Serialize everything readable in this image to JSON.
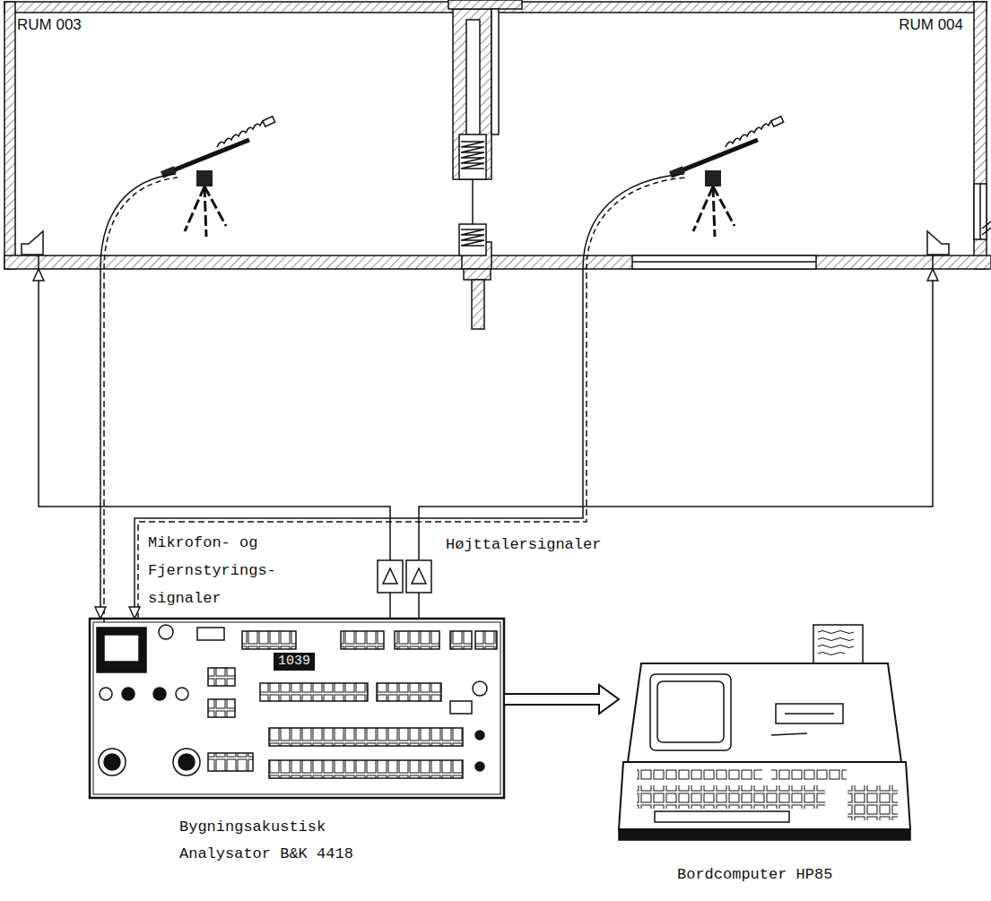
{
  "diagram": {
    "nodes": [
      {
        "text": [
          "RUM 003"
        ]
      },
      {
        "text": [
          "RUM 004"
        ]
      },
      {
        "text": [
          "1039",
          "Bygningsakustisk Analysator B&K 4418"
        ]
      },
      {
        "text": [
          "Bordcomputer HP85"
        ]
      }
    ],
    "edges": [
      {
        "from": 0,
        "to": 2,
        "arrow": "to"
      },
      {
        "from": 2,
        "to": 0,
        "arrow": "to"
      },
      {
        "from": 1,
        "to": 2,
        "arrow": "to"
      },
      {
        "from": 2,
        "to": 1,
        "arrow": "to"
      },
      {
        "from": 2,
        "to": 3,
        "arrow": "to"
      }
    ],
    "labels": [
      "Mikrofon- og Fjernstyrings- signaler",
      "Højttalersignaler"
    ]
  }
}
